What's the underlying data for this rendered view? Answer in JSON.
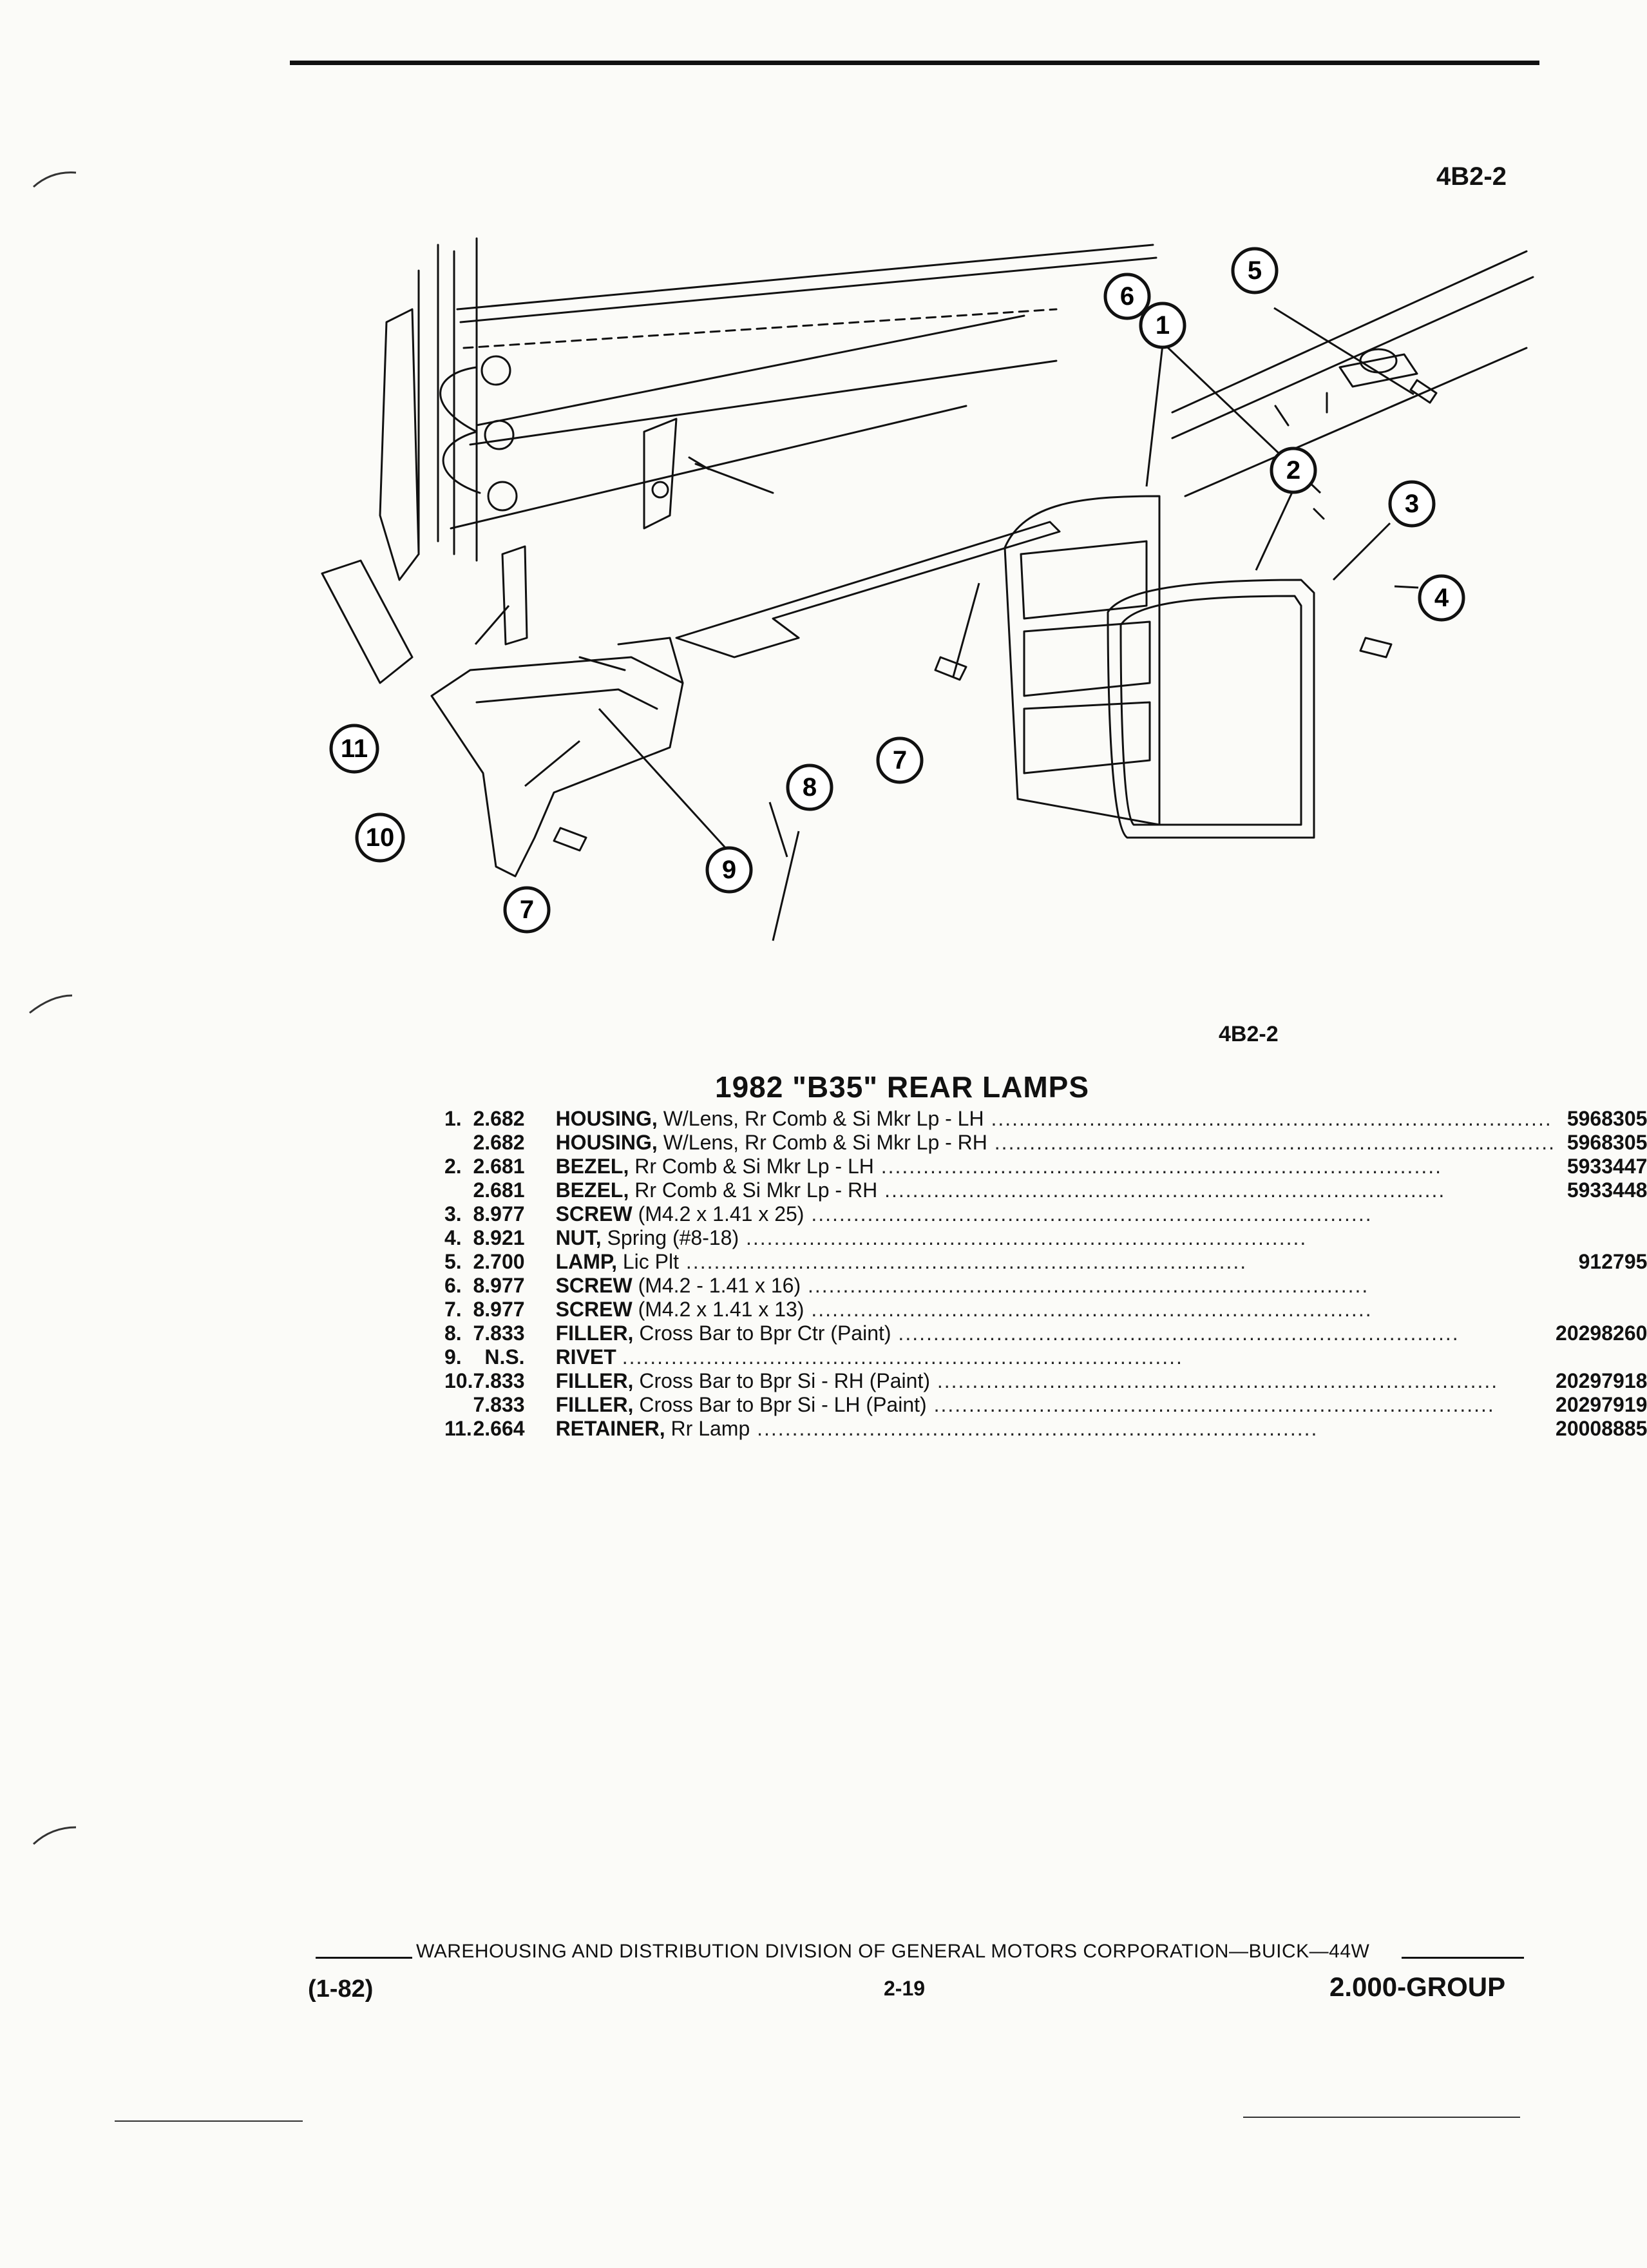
{
  "header": {
    "figure_ref_top": "4B2-2",
    "figure_ref_bottom": "4B2-2"
  },
  "diagram": {
    "callouts": [
      "1",
      "2",
      "3",
      "4",
      "5",
      "6",
      "7",
      "7",
      "8",
      "9",
      "10",
      "11"
    ]
  },
  "section": {
    "title": "1982 \"B35\" REAR LAMPS"
  },
  "parts": [
    {
      "num": "1.",
      "group": "2.682",
      "noun": "HOUSING,",
      "desc": "W/Lens, Rr Comb & Si Mkr Lp - LH",
      "pn": "5968305"
    },
    {
      "num": "",
      "group": "2.682",
      "noun": "HOUSING,",
      "desc": "W/Lens, Rr Comb & Si Mkr Lp - RH",
      "pn": "5968305"
    },
    {
      "num": "2.",
      "group": "2.681",
      "noun": "BEZEL,",
      "desc": "Rr Comb & Si Mkr Lp - LH",
      "pn": "5933447"
    },
    {
      "num": "",
      "group": "2.681",
      "noun": "BEZEL,",
      "desc": "Rr Comb & Si Mkr Lp - RH",
      "pn": "5933448"
    },
    {
      "num": "3.",
      "group": "8.977",
      "noun": "SCREW",
      "desc": "(M4.2 x 1.41 x 25)",
      "pn": ""
    },
    {
      "num": "4.",
      "group": "8.921",
      "noun": "NUT,",
      "desc": "Spring (#8-18)",
      "pn": ""
    },
    {
      "num": "5.",
      "group": "2.700",
      "noun": "LAMP,",
      "desc": "Lic Plt",
      "pn": "912795"
    },
    {
      "num": "6.",
      "group": "8.977",
      "noun": "SCREW",
      "desc": "(M4.2 - 1.41 x 16)",
      "pn": ""
    },
    {
      "num": "7.",
      "group": "8.977",
      "noun": "SCREW",
      "desc": "(M4.2 x 1.41 x 13)",
      "pn": ""
    },
    {
      "num": "8.",
      "group": "7.833",
      "noun": "FILLER,",
      "desc": "Cross Bar to Bpr Ctr (Paint)",
      "pn": "20298260"
    },
    {
      "num": "9.",
      "group": "N.S.",
      "noun": "RIVET",
      "desc": "",
      "pn": ""
    },
    {
      "num": "10.",
      "group": "7.833",
      "noun": "FILLER,",
      "desc": "Cross Bar to Bpr Si - RH (Paint)",
      "pn": "20297918"
    },
    {
      "num": "",
      "group": "7.833",
      "noun": "FILLER,",
      "desc": "Cross Bar to Bpr Si - LH (Paint)",
      "pn": "20297919"
    },
    {
      "num": "11.",
      "group": "2.664",
      "noun": "RETAINER,",
      "desc": "Rr Lamp",
      "pn": "20008885"
    }
  ],
  "footer": {
    "text": "WAREHOUSING AND DISTRIBUTION DIVISION OF GENERAL MOTORS CORPORATION—BUICK—44W",
    "date": "(1-82)",
    "page": "2-19",
    "group": "2.000-GROUP"
  }
}
